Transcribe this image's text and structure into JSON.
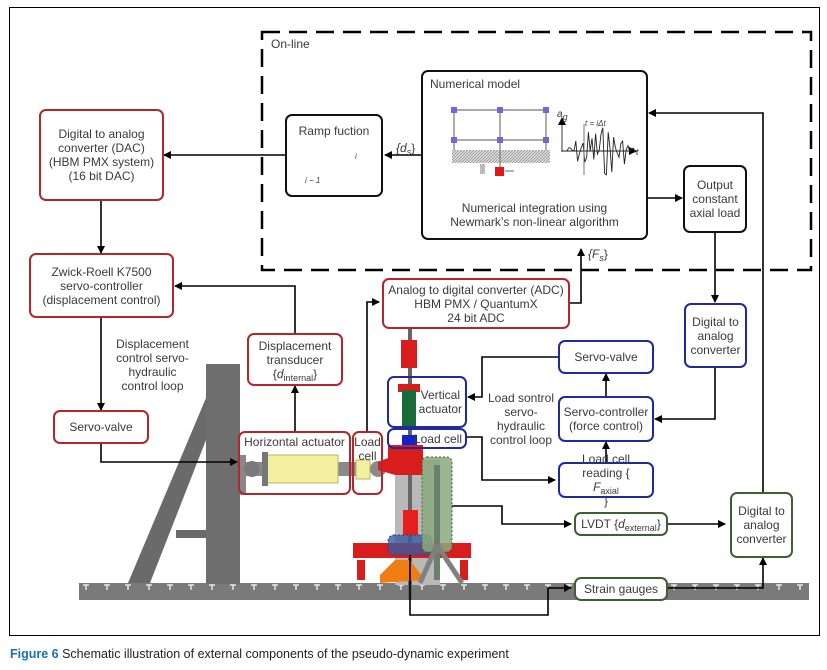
{
  "online_region": {
    "label": "On-line"
  },
  "boxes": {
    "dac_top": {
      "lines": [
        "Digital to analog",
        "converter (DAC)",
        "(HBM PMX system)",
        "(16 bit DAC)"
      ],
      "color": "#b3262b"
    },
    "ramp": {
      "title": "Ramp fuction",
      "curve_low": "i − 1",
      "curve_high": "i"
    },
    "numerical_model": {
      "title": "Numerical model",
      "lines": [
        "Numerical integration using",
        "Newmark’s non-linear algorithm"
      ],
      "axis_y": "a",
      "axis_y_sub": "g",
      "axis_x": "t",
      "time_label": "t = iΔt"
    },
    "output_axial": {
      "lines": [
        "Output",
        "constant",
        "axial load"
      ]
    },
    "zwick": {
      "lines": [
        "Zwick-Roell K7500",
        "servo-controller",
        "(displacement control)"
      ],
      "color": "#b3262b"
    },
    "adc": {
      "lines": [
        "Analog to digital converter (ADC)",
        "HBM PMX / QuantumX",
        "24 bit ADC"
      ],
      "color": "#b3262b"
    },
    "disp_transducer": {
      "lines": [
        "Displacement",
        "transducer"
      ],
      "symbol": "d",
      "symbol_sub": "internal"
    },
    "servo_valve_h": {
      "label": "Servo-valve"
    },
    "horizontal_actuator": {
      "label": "Horizontal actuator"
    },
    "load_cell_h": {
      "lines": [
        "Load",
        "cell"
      ]
    },
    "vertical_actuator": {
      "lines": [
        "Vertical",
        "actuator"
      ],
      "color": "#1f2a9c"
    },
    "load_cell_v": {
      "label": "Load cell"
    },
    "servo_valve_v": {
      "label": "Servo-valve"
    },
    "servo_ctrl_force": {
      "lines": [
        "Servo-controller",
        "(force control)"
      ]
    },
    "load_cell_reading": {
      "line1": "Load cell",
      "line2_prefix": "reading {",
      "symbol": "F",
      "symbol_sub": "axial",
      "suffix": "}"
    },
    "dac_blue": {
      "lines": [
        "Digital to",
        "analog",
        "converter"
      ]
    },
    "lvdt": {
      "prefix": "LVDT {",
      "symbol": "d",
      "symbol_sub": "external",
      "suffix": "}"
    },
    "strain_gauges": {
      "label": "Strain gauges"
    },
    "dac_green": {
      "lines": [
        "Digital to",
        "analog",
        "converter"
      ],
      "color": "#3f5f33"
    }
  },
  "annotations": {
    "ds": "{d",
    "ds_sub": "s",
    "fs": "{F",
    "fs_sub": "s",
    "disp_loop": [
      "Displacement",
      "control servo-",
      "hydraulic",
      "control loop"
    ],
    "load_loop": [
      "Load sontrol",
      "servo-",
      "hydraulic",
      "control loop"
    ]
  },
  "caption": {
    "figure": "Figure 6",
    "text": " Schematic illustration of external components of the pseudo-dynamic experiment"
  }
}
